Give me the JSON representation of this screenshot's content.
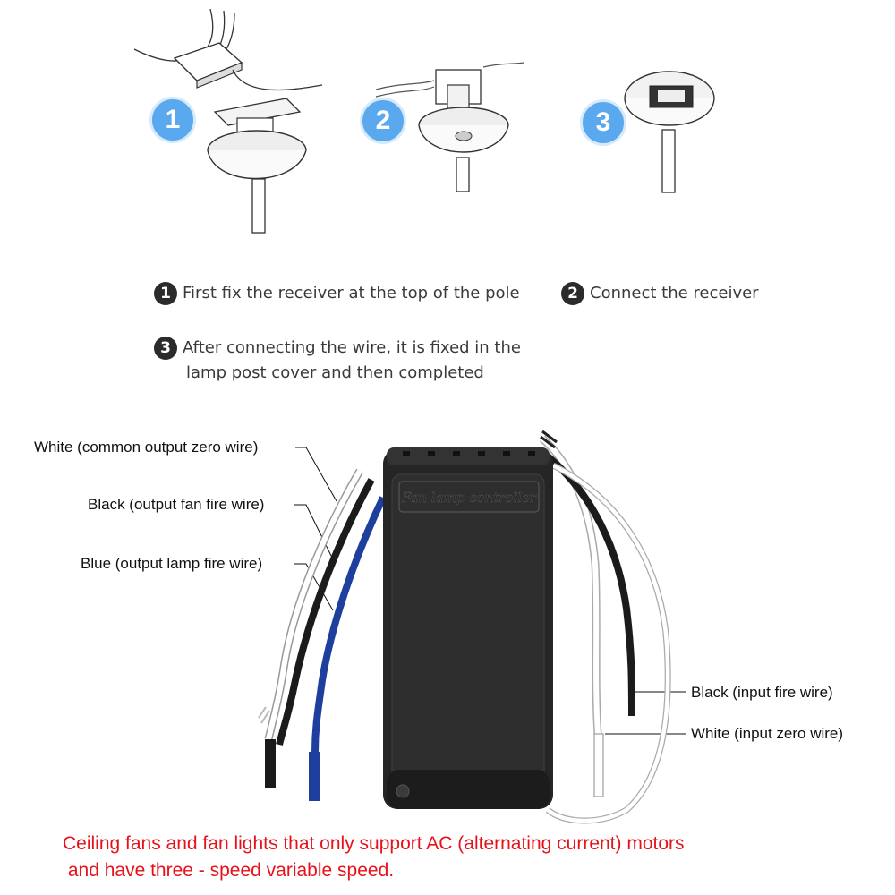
{
  "illustrations": [
    {
      "badge": "1"
    },
    {
      "badge": "2"
    },
    {
      "badge": "3"
    }
  ],
  "steps": [
    {
      "num": "1",
      "text": "First fix the receiver at the top of the pole"
    },
    {
      "num": "2",
      "text": "Connect the receiver"
    },
    {
      "num": "3",
      "line1": "After connecting the wire, it is fixed in the",
      "line2": "lamp post cover and then completed"
    }
  ],
  "receiver": {
    "label": "Fan lamp controller"
  },
  "wire_labels": {
    "white_output": "White (common output zero wire)",
    "black_output": "Black (output fan fire wire)",
    "blue_output": "Blue (output lamp fire wire)",
    "black_input": "Black (input fire wire)",
    "white_input": "White (input zero wire)"
  },
  "note": {
    "line1": "Ceiling fans and fan lights that only support AC (alternating current) motors",
    "line2": " and have three - speed variable speed."
  },
  "colors": {
    "badge_blue": "#5aa9ee",
    "note_red": "#e8111a",
    "box": "#2a2a2a",
    "blue_wire": "#1f3f9e"
  }
}
